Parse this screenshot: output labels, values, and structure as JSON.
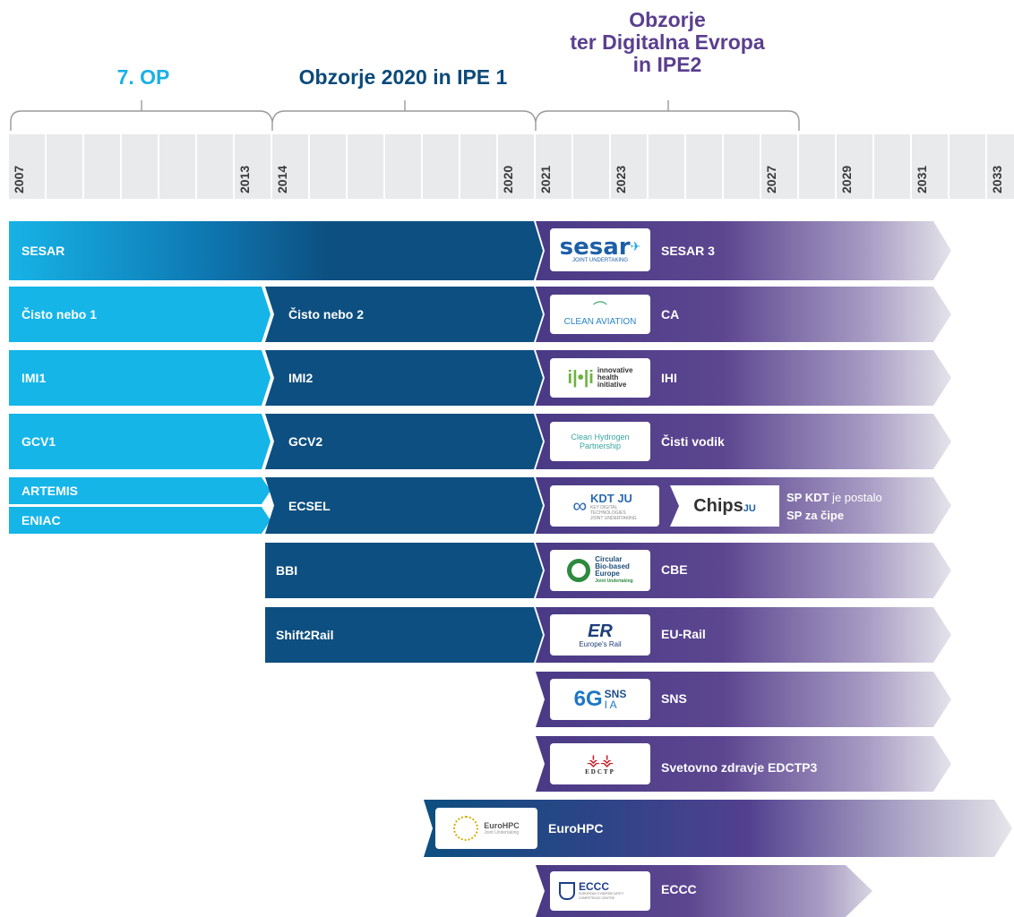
{
  "periods": [
    {
      "name": "7. OP"
    },
    {
      "name": "Obzorje 2020 in IPE 1"
    },
    {
      "lines": [
        "Obzorje",
        "ter Digitalna Evropa",
        "in IPE2"
      ]
    }
  ],
  "years": [
    "2007",
    "2013",
    "2014",
    "2020",
    "2021",
    "2023",
    "2027",
    "2029",
    "2031",
    "2033"
  ],
  "programmes": {
    "fp7": [
      "SESAR",
      "Čisto nebo 1",
      "IMI1",
      "GCV1",
      "ARTEMIS",
      "ENIAC"
    ],
    "h2020": [
      "Čisto nebo 2",
      "IMI2",
      "GCV2",
      "ECSEL",
      "BBI",
      "Shift2Rail"
    ],
    "horizon_europe": [
      "SESAR 3",
      "CA",
      "IHI",
      "Čisti vodik",
      "CBE",
      "EU-Rail",
      "SNS",
      "Svetovno zdravje EDCTP3",
      "EuroHPC",
      "ECCC"
    ]
  },
  "chips_note": {
    "line1_bold": "SP KDT",
    "line1_rest": " je postalo",
    "line2": "SP za čipe"
  },
  "logos": {
    "sesar": {
      "main": "sesar",
      "sub": "JOINT UNDERTAKING"
    },
    "clean_aviation": "CLEAN AVIATION",
    "ihi": {
      "mark": "i|•|i",
      "text": [
        "innovative",
        "health",
        "initiative"
      ]
    },
    "clean_hydrogen": [
      "Clean Hydrogen",
      "Partnership"
    ],
    "kdt": {
      "main": "KDT JU",
      "sub": [
        "KEY DIGITAL",
        "TECHNOLOGIES",
        "JOINT UNDERTAKING"
      ]
    },
    "chips": {
      "main": "Chips",
      "sub": "JU"
    },
    "cbe": [
      "Circular",
      "Bio-based",
      "Europe",
      "Joint Undertaking"
    ],
    "eurail": "Europe's Rail",
    "sns": {
      "big": "6G",
      "small": "SNS",
      "sub": "I A"
    },
    "edctp": "EDCTP",
    "eurohpc": {
      "main": "EuroHPC",
      "sub": "Joint Undertaking"
    },
    "eccc": {
      "main": "ECCC",
      "sub": "EUROPEAN CYBERSECURITY COMPETENCE CENTRE"
    }
  },
  "colors": {
    "fp7": "#15b5e8",
    "h2020": "#0d4f80",
    "horizon_europe": "#4a3a86",
    "year_cell": "#e9eaec"
  }
}
